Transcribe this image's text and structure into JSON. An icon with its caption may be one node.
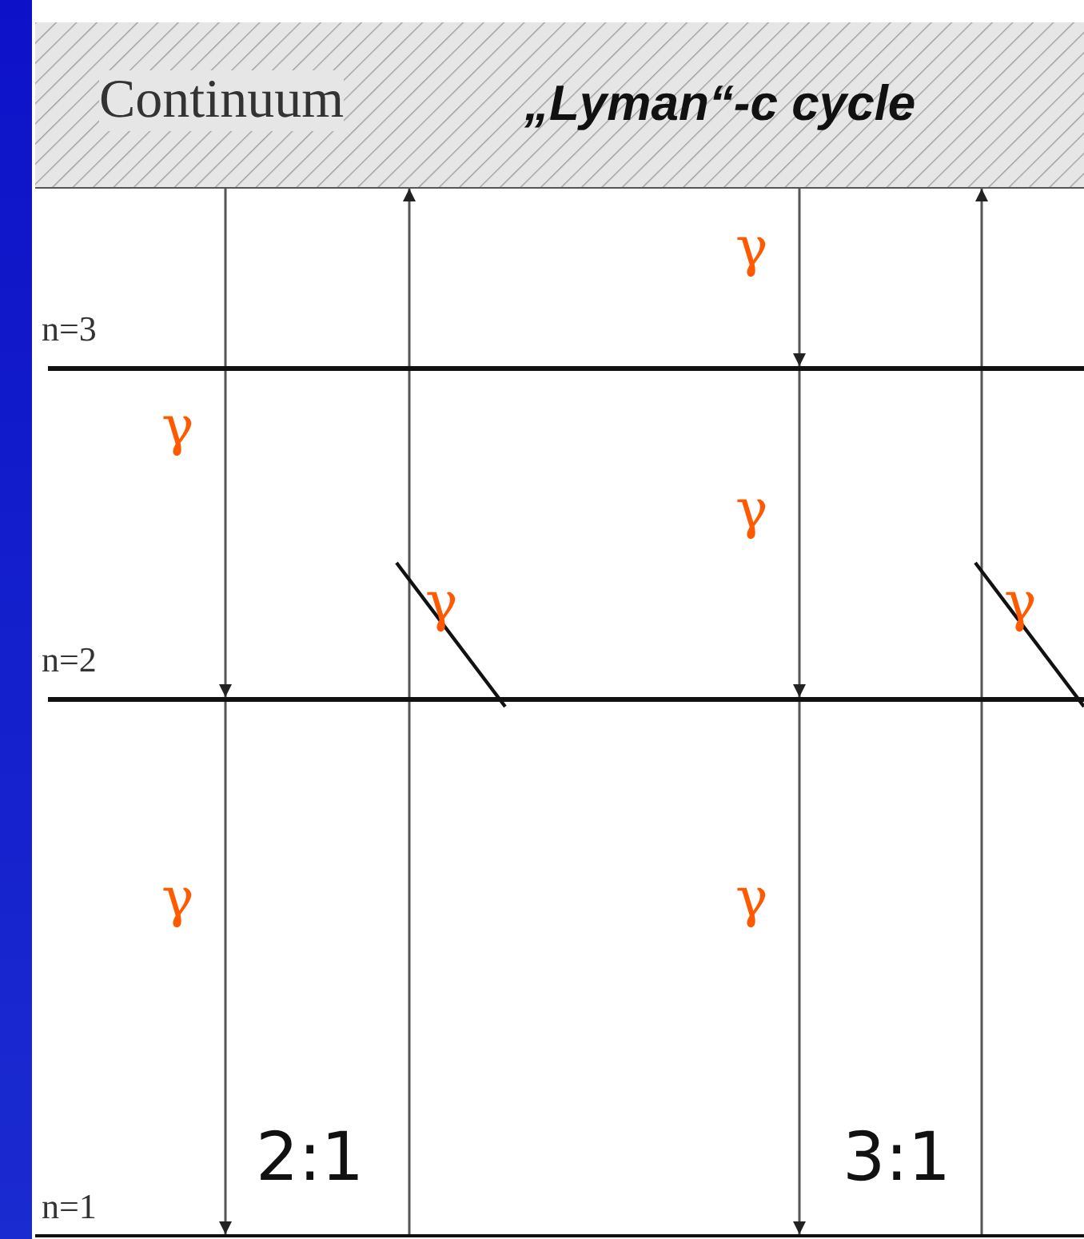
{
  "diagram": {
    "nodes": [
      {
        "text": [
          "Continuum",
          "„Lyman“-c cycle"
        ]
      },
      {
        "text": [
          "n=3"
        ]
      },
      {
        "text": [
          "n=2"
        ]
      },
      {
        "text": [
          "n=1"
        ]
      }
    ],
    "edges": [
      {
        "from": 0,
        "to": 2,
        "arrow": "to",
        "label": "γ"
      },
      {
        "from": 2,
        "to": 3,
        "arrow": "to",
        "label": "γ"
      },
      {
        "from": 3,
        "to": 0,
        "arrow": "to"
      },
      {
        "from": 0,
        "to": 1,
        "arrow": "to",
        "label": "γ"
      },
      {
        "from": 1,
        "to": 2,
        "arrow": "to",
        "label": "γ"
      },
      {
        "from": 2,
        "to": 3,
        "arrow": "to",
        "label": "γ"
      },
      {
        "from": 3,
        "to": 0,
        "arrow": "to"
      }
    ],
    "labels": [
      "γ",
      "γ",
      "2:1",
      "3:1"
    ]
  }
}
